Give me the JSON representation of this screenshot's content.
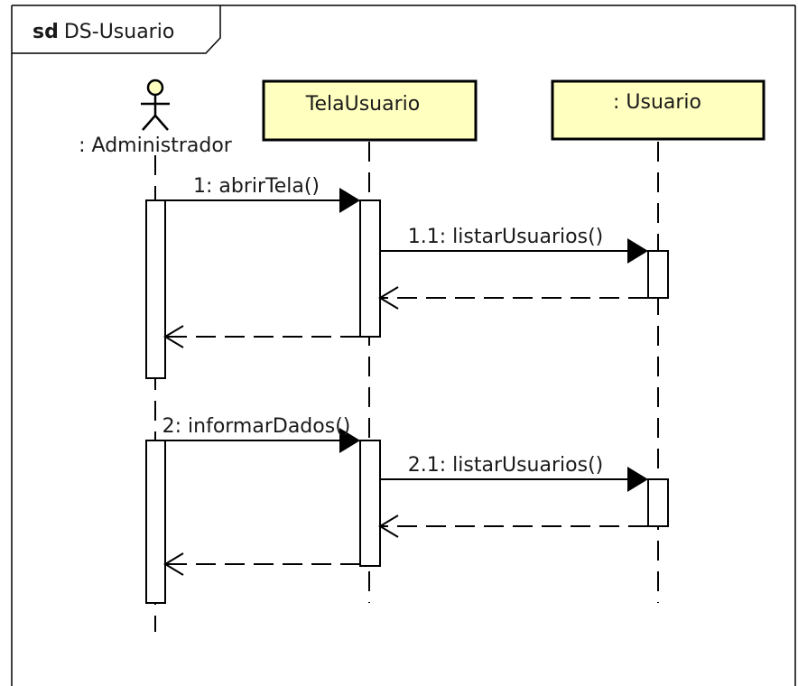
{
  "frame": {
    "keyword": "sd",
    "name": "DS-Usuario"
  },
  "actor": {
    "label": ": Administrador",
    "icon": "stick-figure-actor"
  },
  "lifelines": [
    {
      "id": "tela",
      "label": "TelaUsuario"
    },
    {
      "id": "usuario",
      "label": ": Usuario"
    }
  ],
  "messages": [
    {
      "id": "m1",
      "label": "1: abrirTela()",
      "kind": "sync",
      "from": "actor",
      "to": "tela"
    },
    {
      "id": "m11",
      "label": "1.1: listarUsuarios()",
      "kind": "sync",
      "from": "tela",
      "to": "usuario"
    },
    {
      "id": "r11",
      "label": "",
      "kind": "reply",
      "from": "usuario",
      "to": "tela"
    },
    {
      "id": "r1",
      "label": "",
      "kind": "reply",
      "from": "tela",
      "to": "actor"
    },
    {
      "id": "m2",
      "label": "2: informarDados()",
      "kind": "sync",
      "from": "actor",
      "to": "tela"
    },
    {
      "id": "m21",
      "label": "2.1: listarUsuarios()",
      "kind": "sync",
      "from": "tela",
      "to": "usuario"
    },
    {
      "id": "r21",
      "label": "",
      "kind": "reply",
      "from": "usuario",
      "to": "tela"
    },
    {
      "id": "r2",
      "label": "",
      "kind": "reply",
      "from": "tela",
      "to": "actor"
    }
  ],
  "colors": {
    "lifeline_head_fill": "#ffffc0",
    "actor_head_fill": "#ffffc0",
    "line": "#000000",
    "activation_fill": "#ffffff"
  }
}
